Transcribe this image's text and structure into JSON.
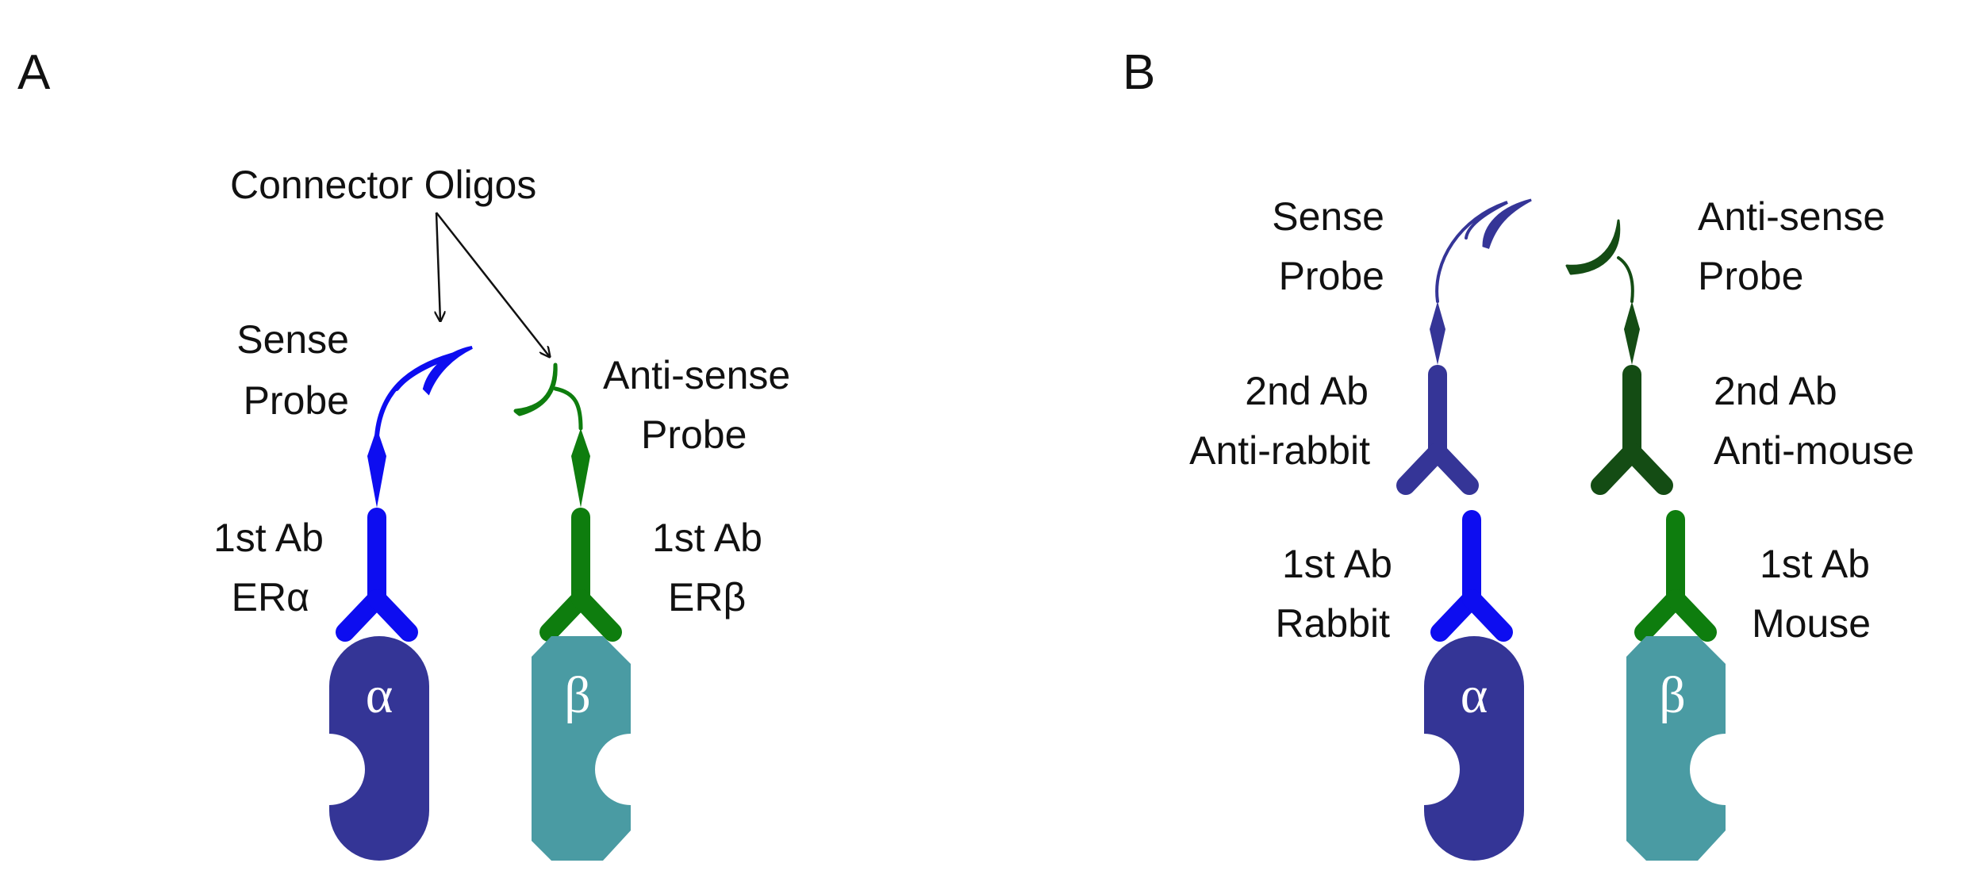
{
  "colors": {
    "alpha_protein": "#343596",
    "beta_protein": "#4a9ba3",
    "first_ab_alpha": "#0d0df0",
    "first_ab_beta": "#0e7d0e",
    "second_ab_rabbit": "#353597",
    "second_ab_mouse": "#144c14",
    "sense_probe_A": "#0d0df0",
    "antisense_probe_A": "#0e7d0e",
    "sense_probe_B": "#353597",
    "antisense_probe_B": "#144c14",
    "text": "#111111"
  },
  "panel_a": {
    "letter": "A",
    "connector_label": "Connector Oligos",
    "sense_line1": "Sense",
    "sense_line2": "Probe",
    "antisense_line1": "Anti-sense",
    "antisense_line2": "Probe",
    "ab_alpha_line1": "1st Ab",
    "ab_alpha_line2": "ERα",
    "ab_beta_line1": "1st Ab",
    "ab_beta_line2": "ERβ",
    "alpha_symbol": "α",
    "beta_symbol": "β"
  },
  "panel_b": {
    "letter": "B",
    "sense_line1": "Sense",
    "sense_line2": "Probe",
    "antisense_line1": "Anti-sense",
    "antisense_line2": "Probe",
    "second_ab_left_line1": "2nd Ab",
    "second_ab_left_line2": "Anti-rabbit",
    "second_ab_right_line1": "2nd Ab",
    "second_ab_right_line2": "Anti-mouse",
    "first_ab_left_line1": "1st Ab",
    "first_ab_left_line2": "Rabbit",
    "first_ab_right_line1": "1st Ab",
    "first_ab_right_line2": "Mouse",
    "alpha_symbol": "α",
    "beta_symbol": "β"
  }
}
